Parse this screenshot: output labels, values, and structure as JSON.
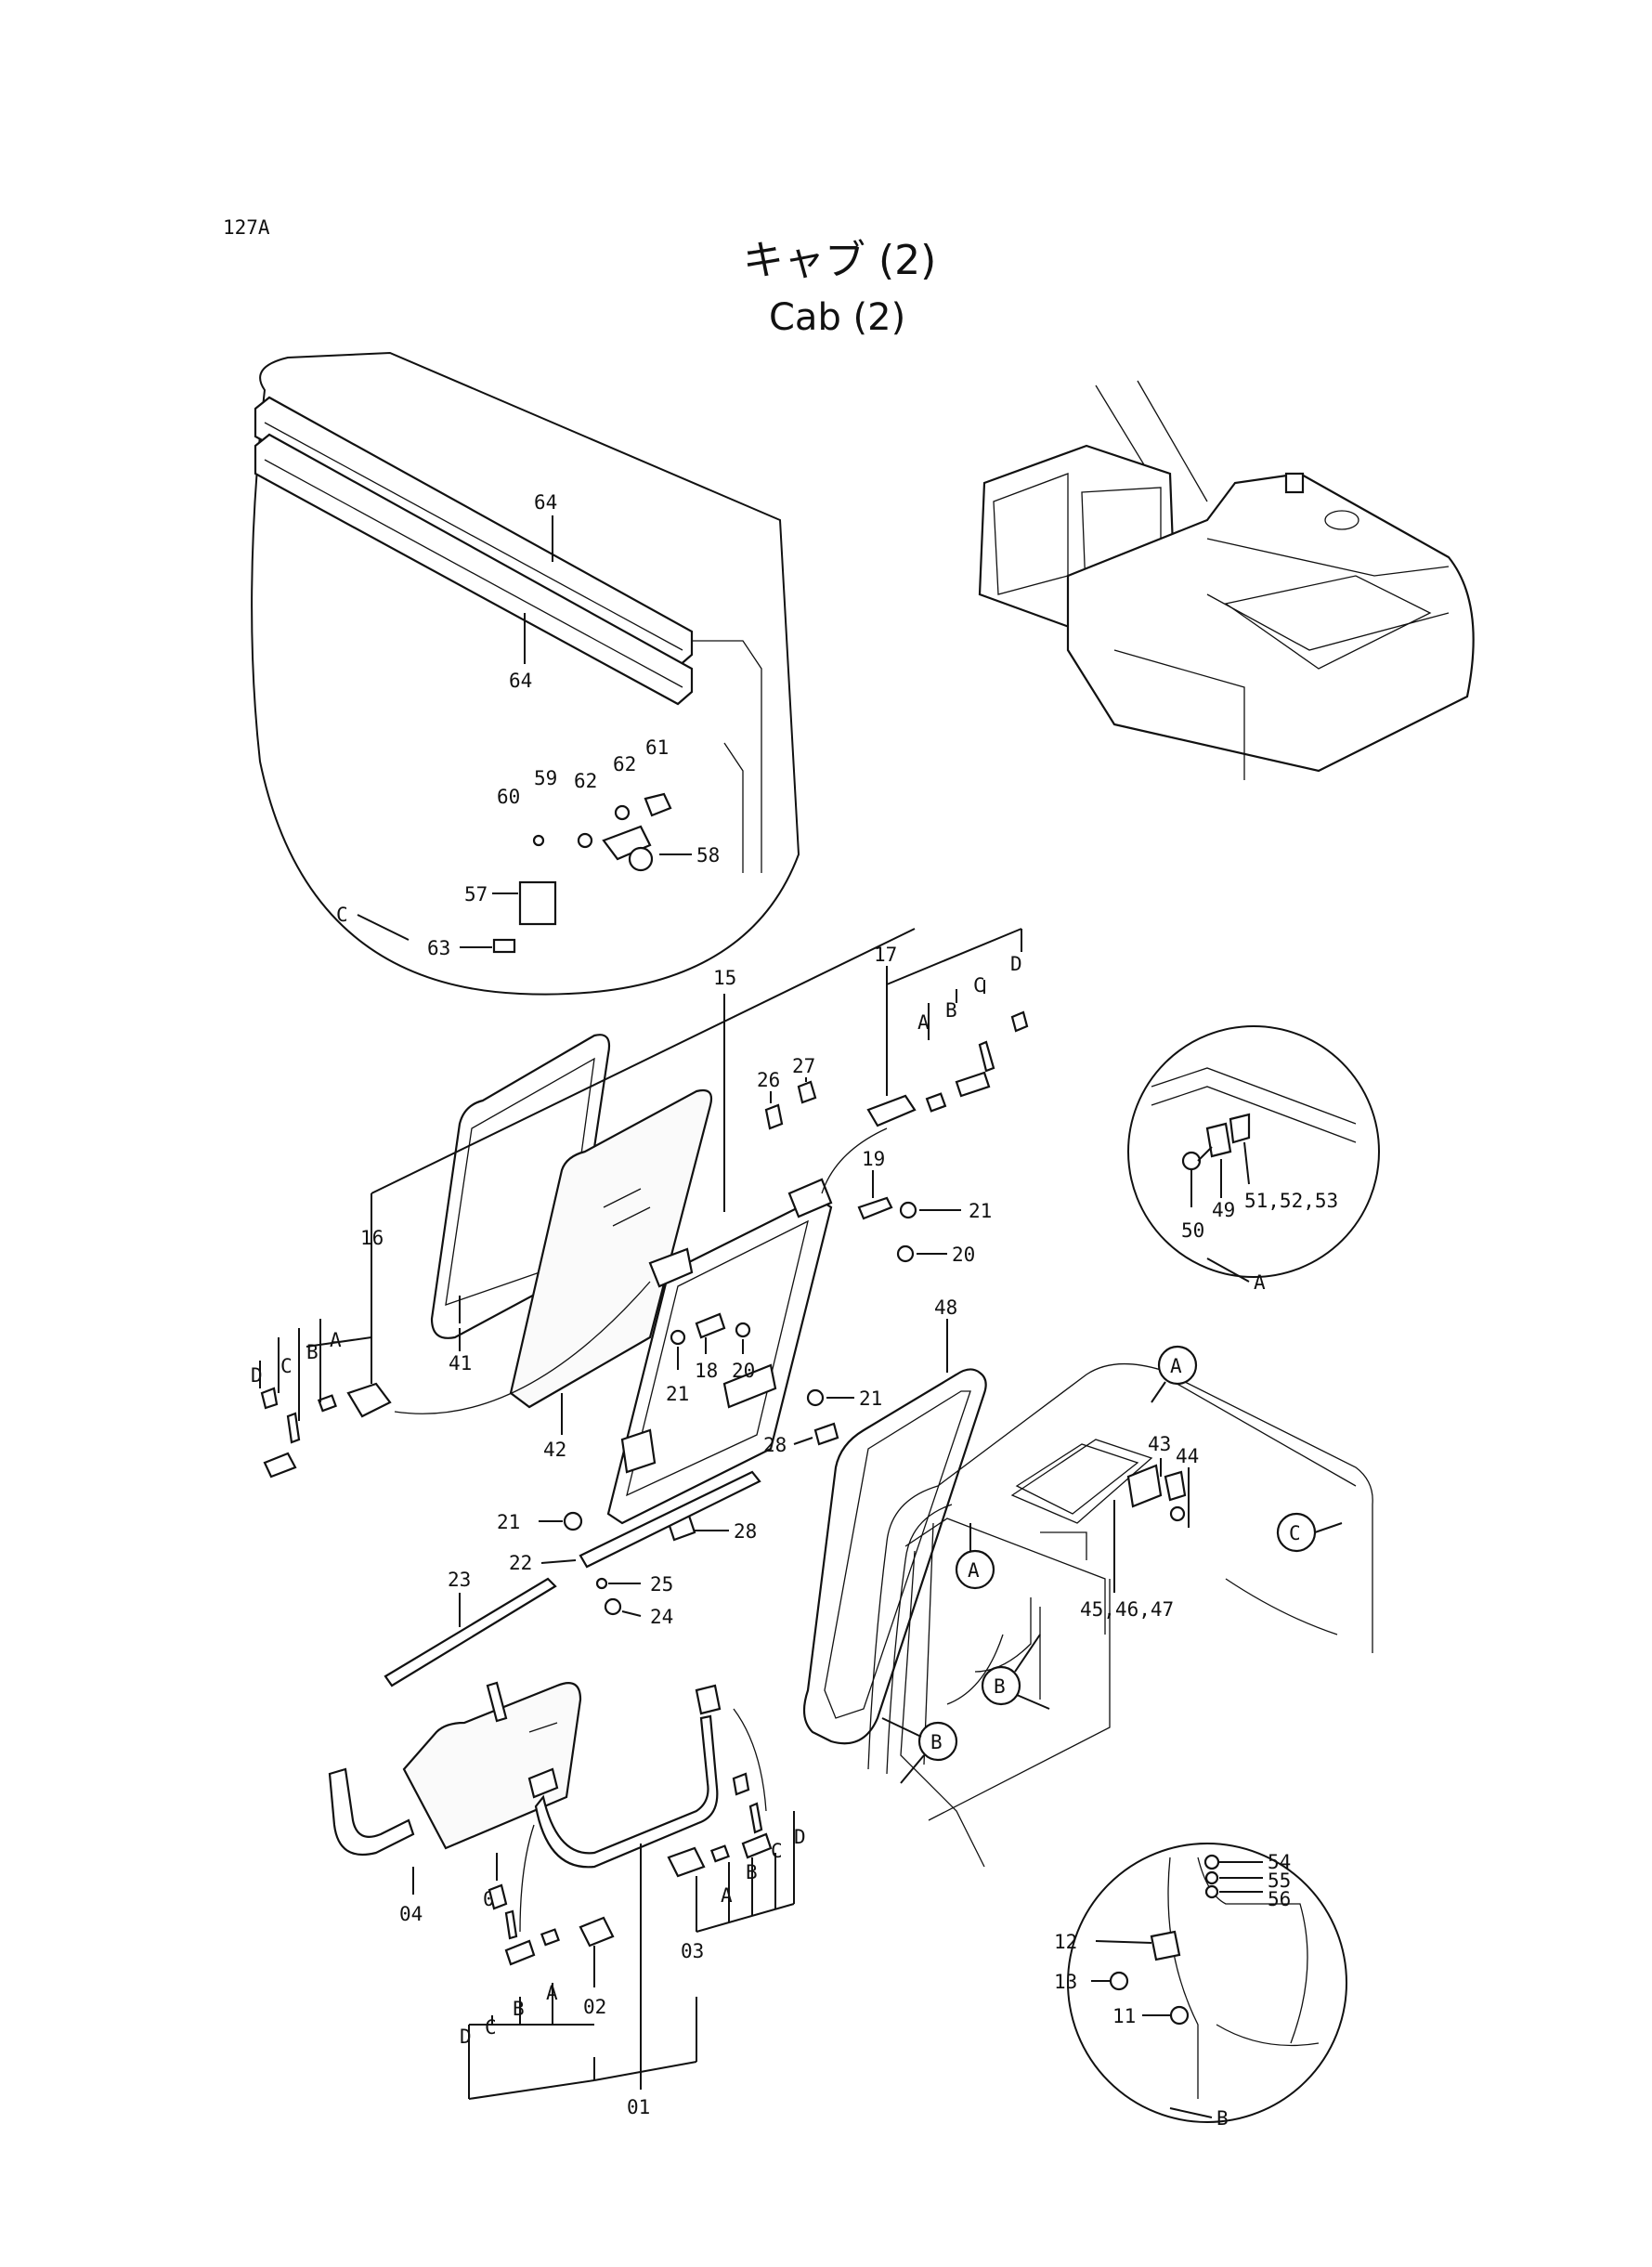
{
  "page_code": "127A",
  "title_jp": "キャブ (2)",
  "title_en": "Cab (2)",
  "callouts": {
    "A": "A",
    "B": "B",
    "C": "C",
    "D": "D"
  },
  "parts": {
    "p01": "01",
    "p02": "02",
    "p03": "03",
    "p04": "04",
    "p05": "05",
    "p11": "11",
    "p12": "12",
    "p13": "13",
    "p15": "15",
    "p16": "16",
    "p17": "17",
    "p18": "18",
    "p19": "19",
    "p20": "20",
    "p21": "21",
    "p22": "22",
    "p23": "23",
    "p24": "24",
    "p25": "25",
    "p26": "26",
    "p27": "27",
    "p28": "28",
    "p41": "41",
    "p42": "42",
    "p43": "43",
    "p44": "44",
    "p45_47": "45,46,47",
    "p48": "48",
    "p49": "49",
    "p50": "50",
    "p51_53": "51,52,53",
    "p54": "54",
    "p55": "55",
    "p56": "56",
    "p57": "57",
    "p58": "58",
    "p59": "59",
    "p60": "60",
    "p61": "61",
    "p62": "62",
    "p63": "63",
    "p64": "64"
  }
}
